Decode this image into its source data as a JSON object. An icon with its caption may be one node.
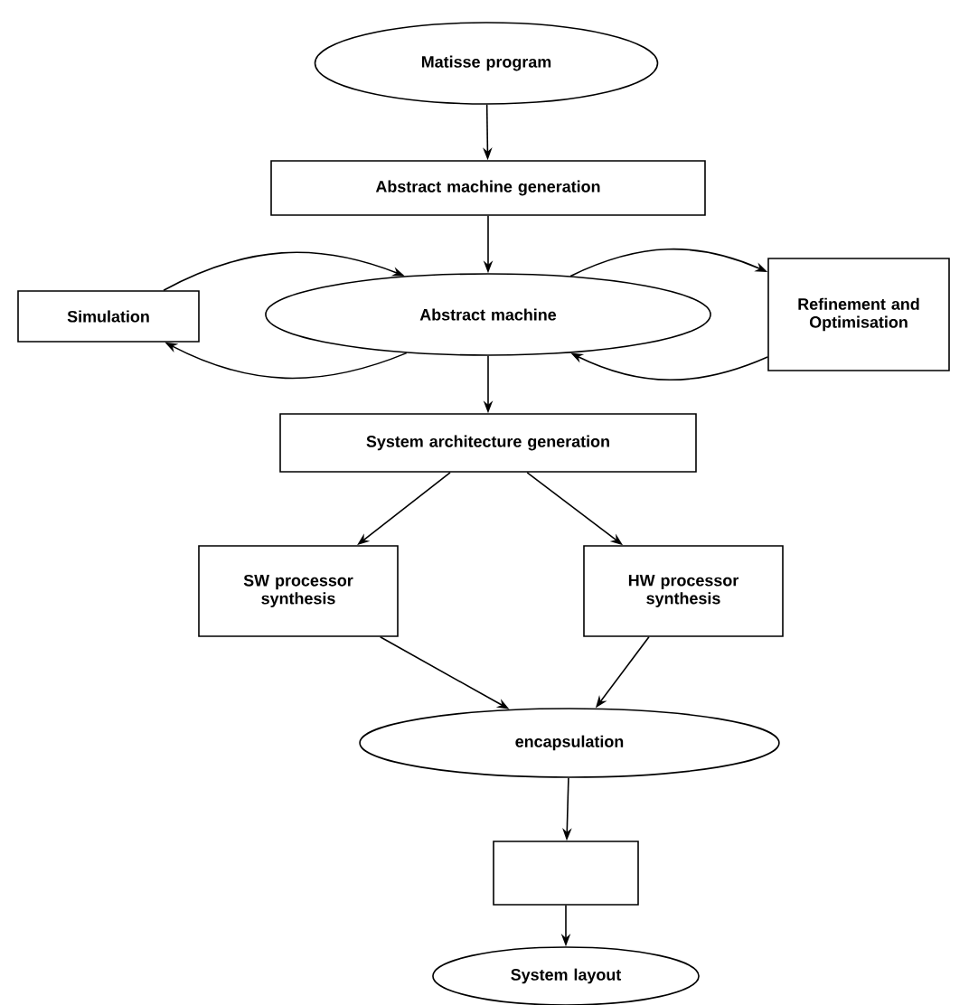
{
  "diagram": {
    "nodes": [
      {
        "text": [
          "Matisse program"
        ]
      },
      {
        "text": [
          "Abstract machine generation"
        ]
      },
      {
        "text": [
          "Simulation"
        ]
      },
      {
        "text": [
          "Abstract machine"
        ]
      },
      {
        "text": [
          "Refinement and Optimisation"
        ]
      },
      {
        "text": [
          "System architecture generation"
        ]
      },
      {
        "text": [
          "SW processor synthesis"
        ]
      },
      {
        "text": [
          "HW processor synthesis"
        ]
      },
      {
        "text": [
          "encapsulation"
        ]
      },
      {
        "text": [],
        "shape": "box"
      },
      {
        "text": [
          "System layout"
        ]
      }
    ],
    "edges": [
      {
        "from": 0,
        "to": 1,
        "arrow": "to"
      },
      {
        "from": 1,
        "to": 3,
        "arrow": "to"
      },
      {
        "from": 2,
        "to": 3,
        "arrow": "to"
      },
      {
        "from": 3,
        "to": 2,
        "arrow": "to"
      },
      {
        "from": 3,
        "to": 4,
        "arrow": "to"
      },
      {
        "from": 4,
        "to": 3,
        "arrow": "to"
      },
      {
        "from": 3,
        "to": 5,
        "arrow": "to"
      },
      {
        "from": 5,
        "to": 6,
        "arrow": "to"
      },
      {
        "from": 5,
        "to": 7,
        "arrow": "to"
      },
      {
        "from": 6,
        "to": 8,
        "arrow": "to"
      },
      {
        "from": 7,
        "to": 8,
        "arrow": "to"
      },
      {
        "from": 8,
        "to": 9,
        "arrow": "to"
      },
      {
        "from": 9,
        "to": 10,
        "arrow": "to"
      }
    ]
  }
}
